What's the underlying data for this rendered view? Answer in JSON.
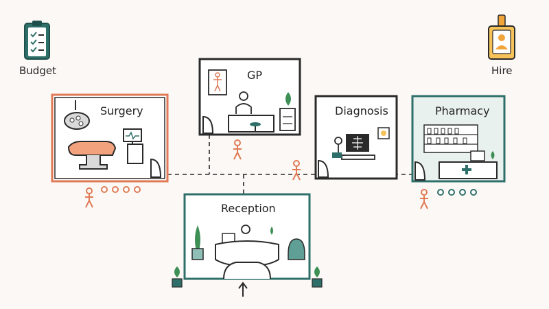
{
  "hud": {
    "budget_label": "Budget",
    "hire_label": "Hire",
    "budget_icon": "clipboard-checklist-icon",
    "hire_icon": "id-badge-icon"
  },
  "rooms": {
    "surgery": {
      "label": "Surgery",
      "accent": "#e07a55",
      "icon": "operating-table-icon"
    },
    "gp": {
      "label": "GP",
      "accent": "#2a2a2a",
      "icon": "doctor-desk-icon"
    },
    "diagnosis": {
      "label": "Diagnosis",
      "accent": "#2a2a2a",
      "icon": "xray-monitor-icon"
    },
    "pharmacy": {
      "label": "Pharmacy",
      "accent": "#2f6f6a",
      "icon": "medicine-shelf-icon"
    },
    "reception": {
      "label": "Reception",
      "accent": "#2f6f6a",
      "icon": "reception-desk-icon"
    }
  },
  "colors": {
    "patient": "#e07a55",
    "teal": "#2f6f6a",
    "outline": "#2a2a2a",
    "pharmacy_fill": "#e9f1ef"
  },
  "entrance_icon": "arrow-up-icon"
}
